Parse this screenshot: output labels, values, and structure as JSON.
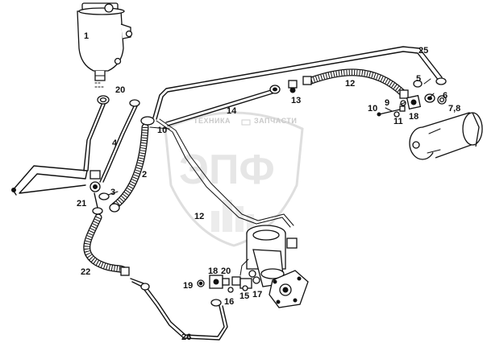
{
  "watermark": {
    "text_left": "ТЕХНИКА",
    "text_right": "ЗАПЧАСТИ",
    "logo_letters": "ЭПФ"
  },
  "callouts": {
    "c1": "1",
    "c2": "2",
    "c3": "3",
    "c4": "4",
    "c5": "5",
    "c6": "6",
    "c78": "7,8",
    "c9": "9",
    "c10a": "10",
    "c10b": "10",
    "c11": "11",
    "c12a": "12",
    "c12b": "12",
    "c13": "13",
    "c14": "14",
    "c15": "15",
    "c16": "16",
    "c17": "17",
    "c18a": "18",
    "c18b": "18",
    "c19": "19",
    "c20a": "20",
    "c20b": "20",
    "c21": "21",
    "c22": "22",
    "c25": "25",
    "c26": "26"
  }
}
